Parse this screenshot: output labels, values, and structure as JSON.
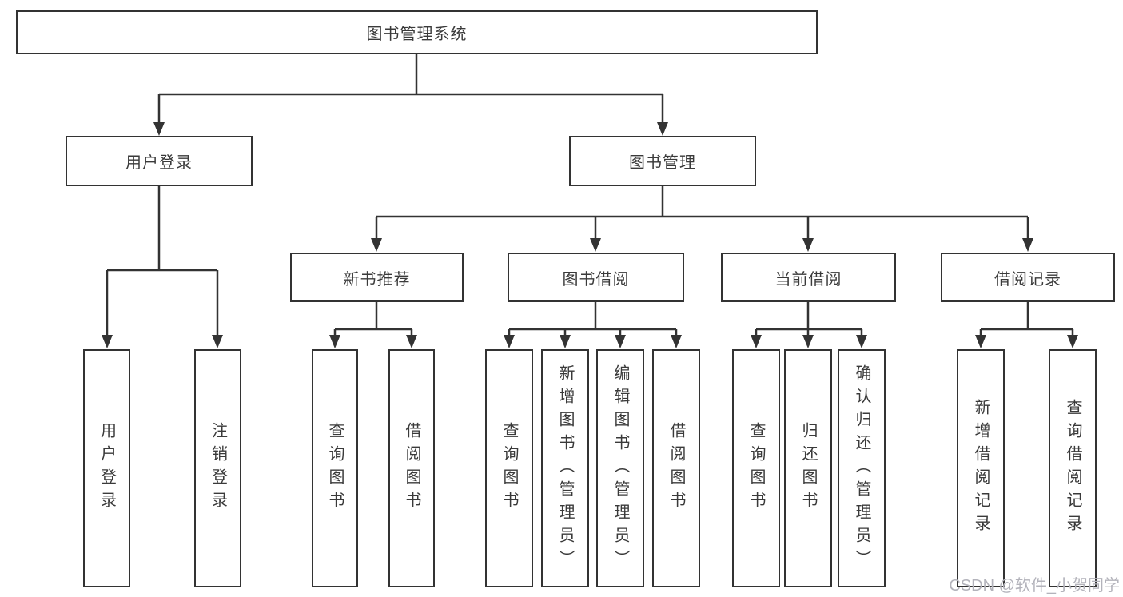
{
  "diagram": {
    "root": {
      "label": "图书管理系统"
    },
    "user_branch": {
      "label": "用户登录",
      "children": [
        {
          "label": "用户登录"
        },
        {
          "label": "注销登录"
        }
      ]
    },
    "book_branch": {
      "label": "图书管理",
      "modules": [
        {
          "label": "新书推荐",
          "children": [
            {
              "label": "查询图书"
            },
            {
              "label": "借阅图书"
            }
          ]
        },
        {
          "label": "图书借阅",
          "children": [
            {
              "label": "查询图书"
            },
            {
              "label": "新增图书（管理员）"
            },
            {
              "label": "编辑图书（管理员）"
            },
            {
              "label": "借阅图书"
            }
          ]
        },
        {
          "label": "当前借阅",
          "children": [
            {
              "label": "查询图书"
            },
            {
              "label": "归还图书"
            },
            {
              "label": "确认归还（管理员）"
            }
          ]
        },
        {
          "label": "借阅记录",
          "children": [
            {
              "label": "新增借阅记录"
            },
            {
              "label": "查询借阅记录"
            }
          ]
        }
      ]
    }
  },
  "watermark": {
    "text": "CSDN @软件_小贺同学"
  },
  "colors": {
    "line": "#333333",
    "box_border": "#333333",
    "text": "#3a3a3a",
    "background": "#ffffff",
    "watermark": "#b3b3bb"
  }
}
